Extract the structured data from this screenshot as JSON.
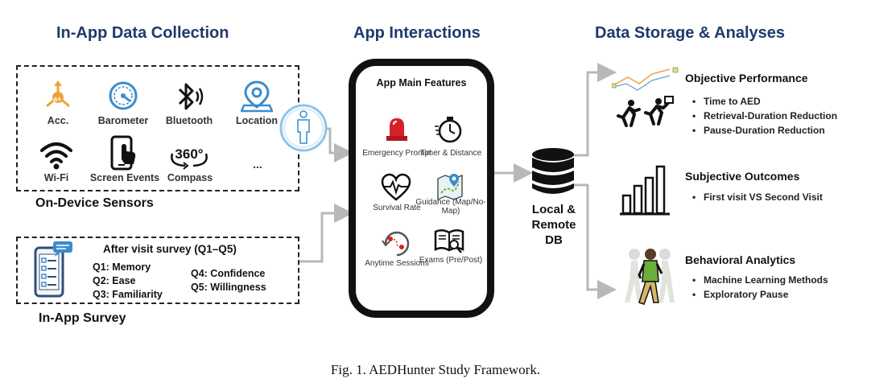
{
  "sections": {
    "collection_title": "In-App Data Collection",
    "interactions_title": "App Interactions",
    "storage_title": "Data Storage & Analyses"
  },
  "sensors": {
    "items": [
      "Acc.",
      "Barometer",
      "Bluetooth",
      "Location",
      "Wi-Fi",
      "Screen Events",
      "Compass",
      "..."
    ],
    "group_label": "On-Device Sensors",
    "compass_icon_text": "360°",
    "acc_badge_text": "a+"
  },
  "survey": {
    "title": "After visit survey (Q1–Q5)",
    "questions": [
      "Q1: Memory",
      "Q2: Ease",
      "Q3: Familiarity",
      "Q4: Confidence",
      "Q5: Willingness"
    ],
    "group_label": "In-App Survey"
  },
  "app": {
    "features_title": "App Main Features",
    "features": [
      {
        "label": "Emergency Prompt",
        "icon": "alarm-light-icon"
      },
      {
        "label": "Timer & Distance",
        "icon": "stopwatch-icon"
      },
      {
        "label": "Survival Rate",
        "icon": "heart-pulse-icon"
      },
      {
        "label": "Guidance (Map/No-Map)",
        "icon": "map-guidance-icon"
      },
      {
        "label": "Anytime Sessions",
        "icon": "session-route-icon"
      },
      {
        "label": "Exams (Pre/Post)",
        "icon": "book-exam-icon"
      }
    ]
  },
  "database": {
    "label_lines": [
      "Local &",
      "Remote",
      "DB"
    ]
  },
  "outcomes": [
    {
      "title": "Objective Performance",
      "bullets": [
        "Time to AED",
        "Retrieval-Duration Reduction",
        "Pause-Duration Reduction"
      ]
    },
    {
      "title": "Subjective Outcomes",
      "bullets": [
        "First visit VS Second Visit"
      ]
    },
    {
      "title": "Behavioral Analytics",
      "bullets": [
        "Machine Learning Methods",
        "Exploratory Pause"
      ]
    }
  ],
  "caption": "Fig. 1.  AEDHunter Study Framework.",
  "colors": {
    "title_blue": "#1f3a6b",
    "icon_orange": "#f0a13a",
    "icon_blue": "#3a8ccb",
    "alarm_red": "#d6202a",
    "arrow_gray": "#b8b8b8",
    "accent_green": "#6cae3a"
  }
}
